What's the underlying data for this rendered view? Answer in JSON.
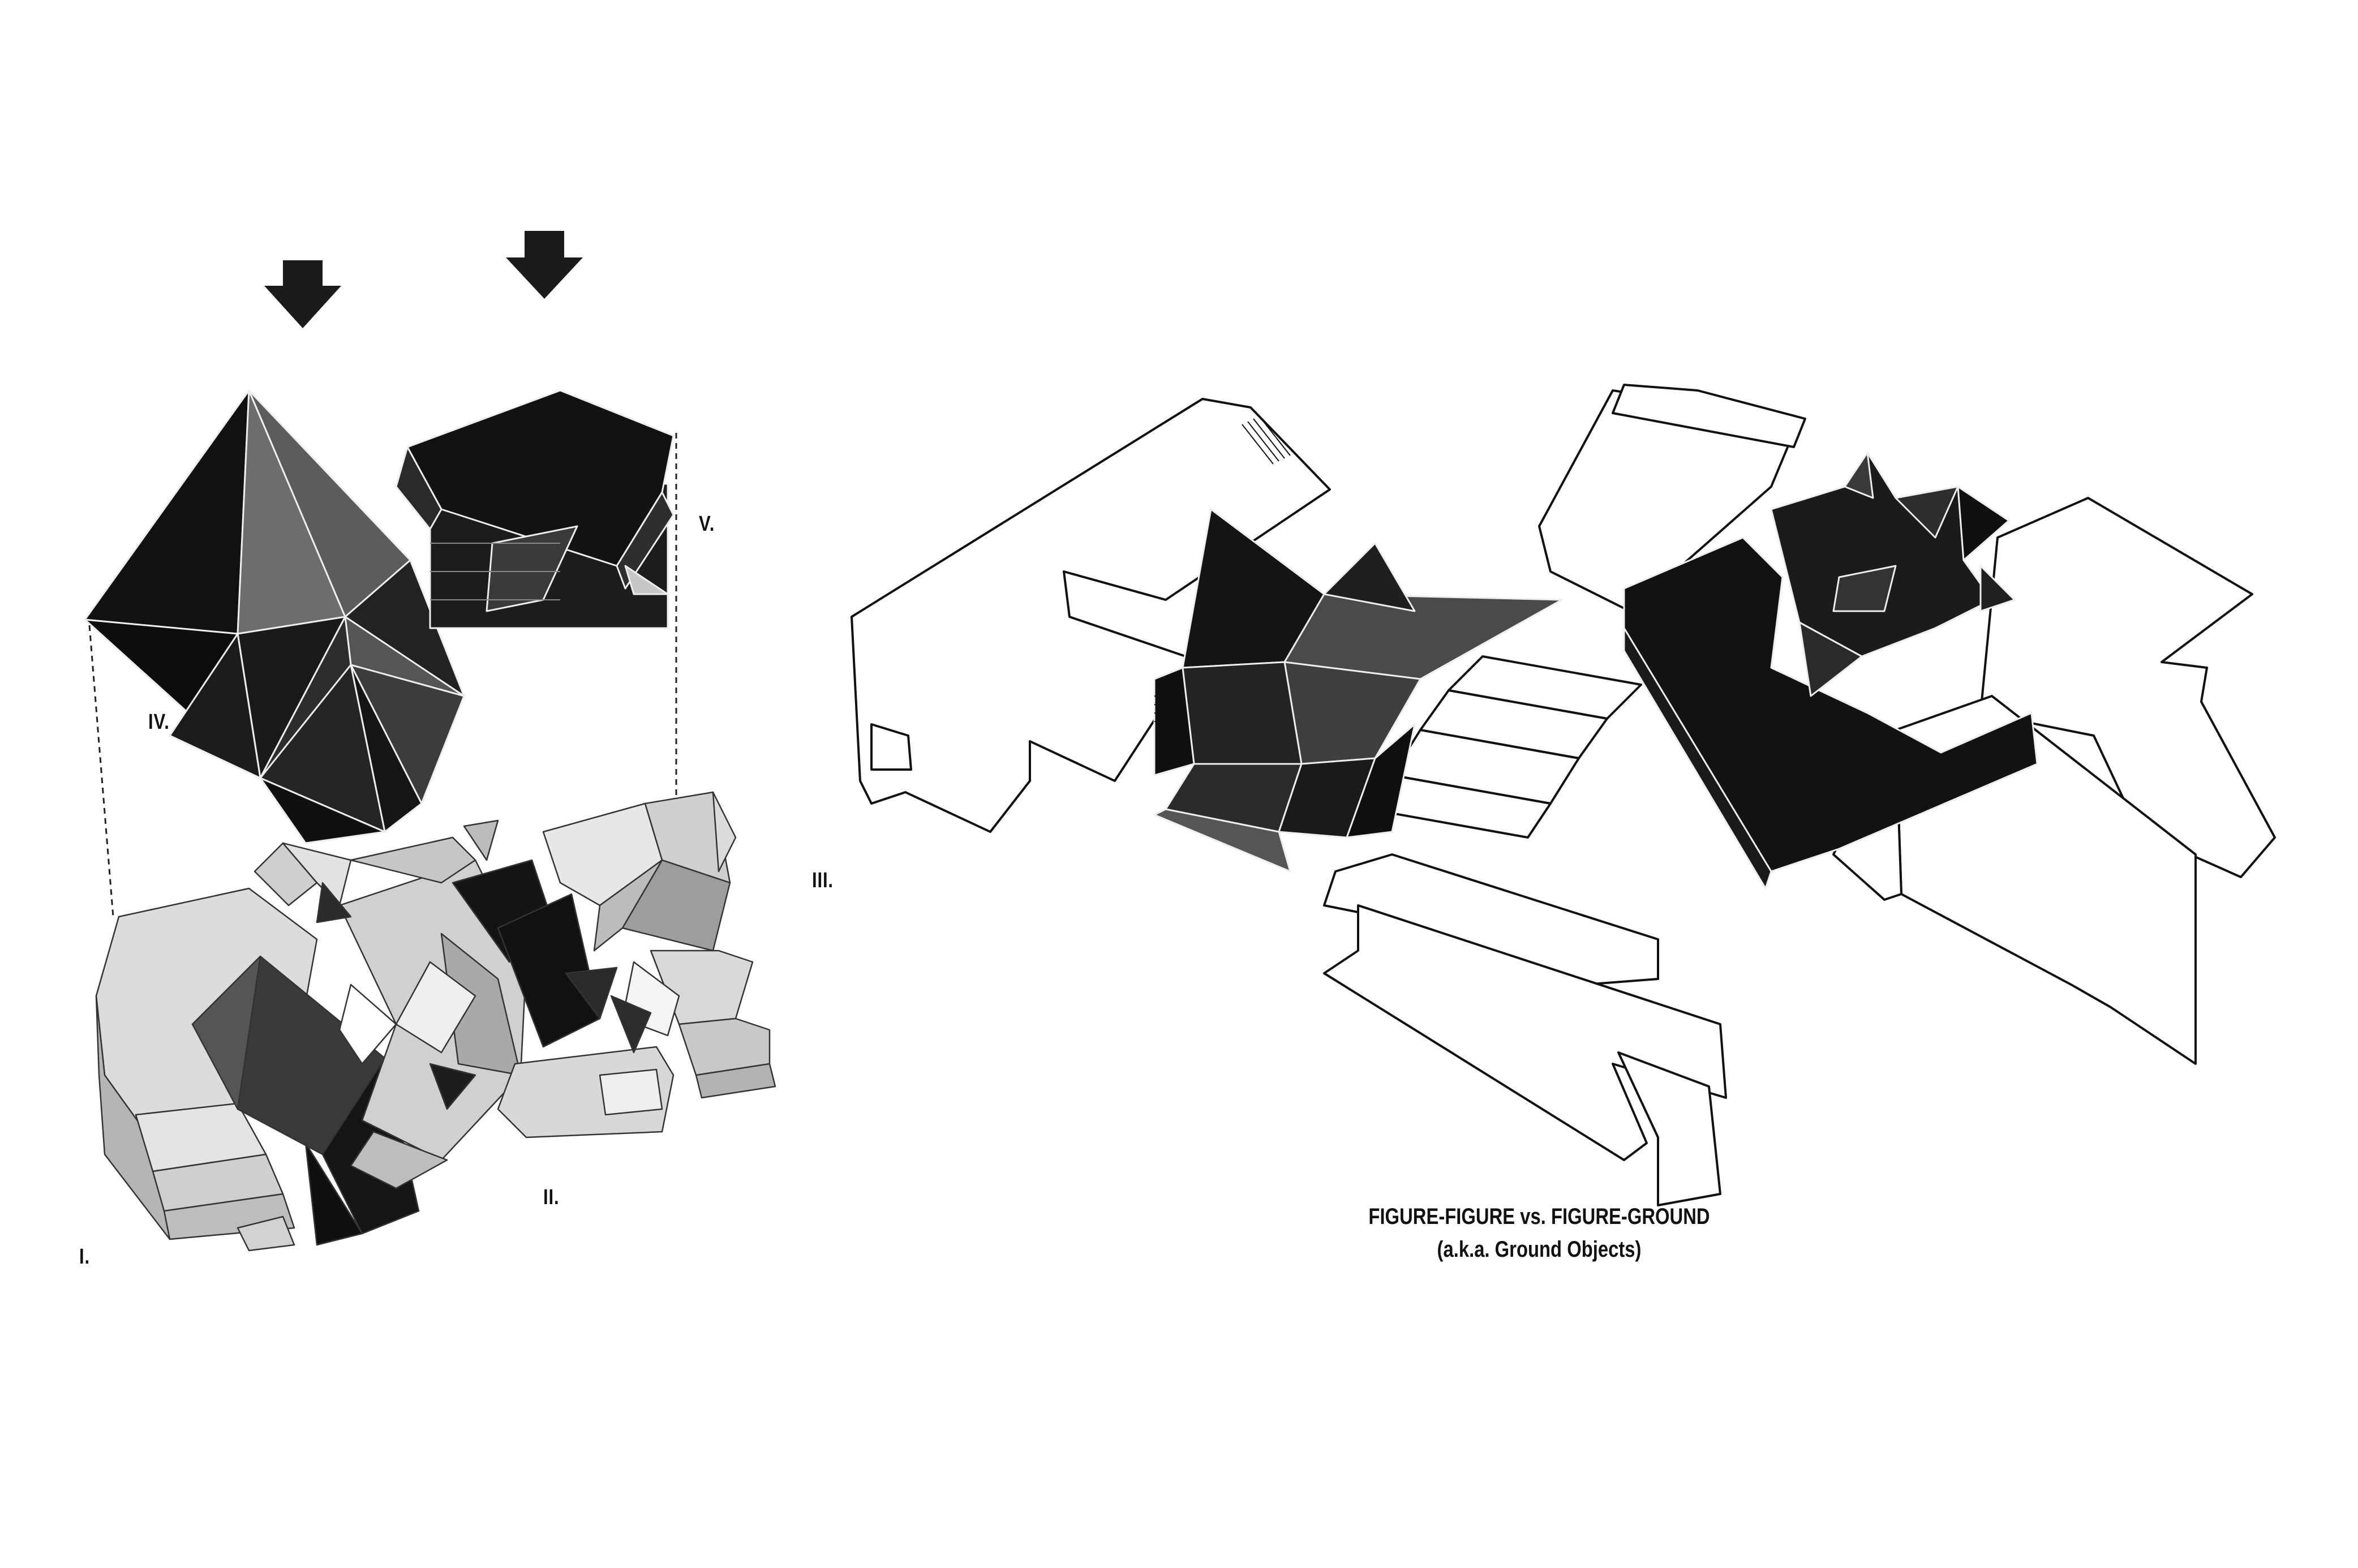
{
  "labels": {
    "one": "I.",
    "two": "II.",
    "three": "III.",
    "four": "IV.",
    "five": "V."
  },
  "caption": {
    "title": "FIGURE-FIGURE vs. FIGURE-GROUND",
    "subtitle": "(a.k.a. Ground Objects)"
  },
  "palette": {
    "black": "#141414",
    "dark_gray": "#3a3a3a",
    "mid_gray": "#6a6a6a",
    "light_gray": "#d4d4d4",
    "pale_gray": "#e6e6e6",
    "line": "#111111"
  }
}
